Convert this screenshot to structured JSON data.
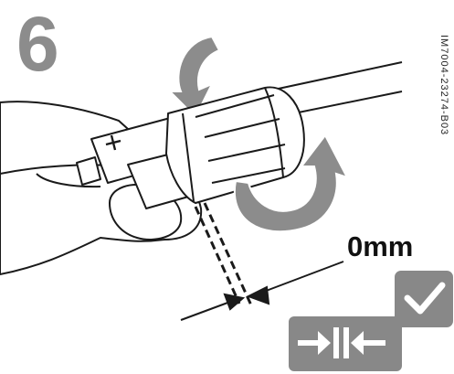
{
  "step": {
    "number": "6"
  },
  "gap": {
    "label": "0mm"
  },
  "document": {
    "code": "IM7004-23274-B03"
  },
  "connector": {
    "polarity_mark": "+"
  },
  "icons": {
    "rotate": "rotate-arrow-icon",
    "check": "checkmark-icon",
    "flush": "flush-join-arrows-icon"
  },
  "colors": {
    "arrow_gray": "#8c8c8c",
    "outline": "#1a1a1a",
    "badge_gray": "#888888",
    "badge_glyph": "#ffffff"
  }
}
